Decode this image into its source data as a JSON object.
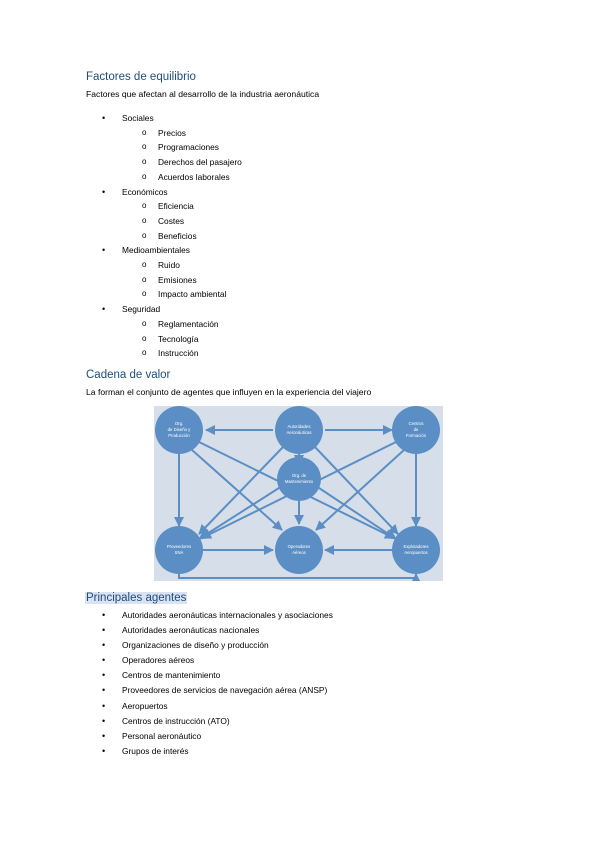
{
  "section_factores": {
    "title": "Factores de equilibrio",
    "intro": "Factores que afectan al desarrollo de la industria aeronáutica",
    "items": [
      {
        "label": "Sociales",
        "subitems": [
          "Precios",
          "Programaciones",
          "Derechos del pasajero",
          "Acuerdos laborales"
        ]
      },
      {
        "label": "Económicos",
        "subitems": [
          "Eficiencia",
          "Costes",
          "Beneficios"
        ]
      },
      {
        "label": "Medioambientales",
        "subitems": [
          "Ruido",
          "Emisiones",
          "Impacto ambiental"
        ]
      },
      {
        "label": "Seguridad",
        "subitems": [
          "Reglamentación",
          "Tecnología",
          "Instrucción"
        ]
      }
    ]
  },
  "section_cadena": {
    "title": "Cadena de valor",
    "intro": "La forman el conjunto de agentes que influyen en la experiencia del viajero"
  },
  "diagram": {
    "colors": {
      "background": "#d6dfe9",
      "node": "#5b8ec4",
      "arrow": "#5b8ec4",
      "text": "#ffffff"
    },
    "nodes": {
      "org_diseno": [
        "Org.",
        "de Diseño y",
        "Producción"
      ],
      "autoridades": [
        "Autoridades",
        "Aeronáuticas"
      ],
      "centros_formacion": [
        "Centros",
        "de",
        "Formación"
      ],
      "org_mantenimiento": [
        "Org. de",
        "Mantenimiento"
      ],
      "proveedores": [
        "Proveedores",
        "SNA"
      ],
      "operadores": [
        "Operadores",
        "Aéreos"
      ],
      "explotadores": [
        "Explotadores",
        "Aeropuertos"
      ]
    }
  },
  "section_agentes": {
    "title": "Principales agentes",
    "items": [
      "Autoridades aeronáuticas internacionales y asociaciones",
      "Autoridades aeronáuticas nacionales",
      "Organizaciones de diseño y producción",
      "Operadores aéreos",
      "Centros de mantenimiento",
      "Proveedores de servicios de navegación aérea (ANSP)",
      "Aeropuertos",
      "Centros de instrucción (ATO)",
      "Personal aeronáutico",
      "Grupos de interés"
    ]
  }
}
